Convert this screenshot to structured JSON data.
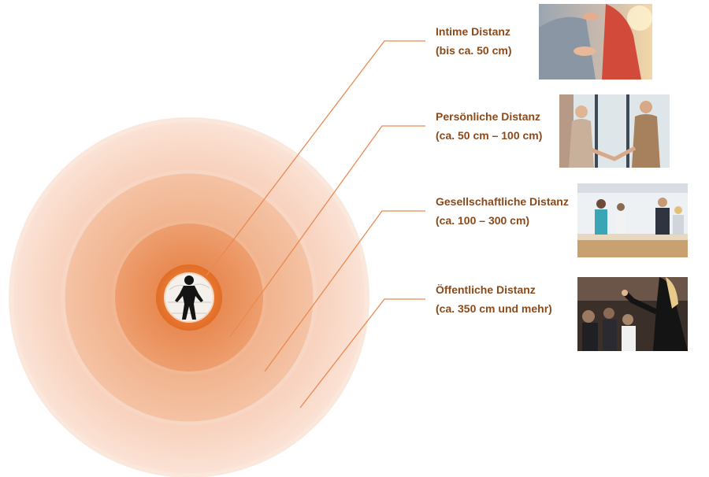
{
  "zones": [
    {
      "title": "Intime Distanz",
      "range": "(bis ca. 50 cm)",
      "photo": "embracing-couple-photo"
    },
    {
      "title": "Persönliche Distanz",
      "range": "(ca. 50 cm – 100 cm)",
      "photo": "handshake-photo"
    },
    {
      "title": "Gesellschaftliche Distanz",
      "range": "(ca. 100 – 300 cm)",
      "photo": "business-meeting-photo"
    },
    {
      "title": "Öffentliche Distanz",
      "range": "(ca. 350 cm und mehr)",
      "photo": "public-speaker-photo"
    }
  ],
  "colors": {
    "label": "#8a4a1c",
    "leader_line": "#e07a3c",
    "ring_outer": "#f9d9c8",
    "ring_middle": "#f0b491",
    "ring_inner": "#e98a52",
    "core": "#e8762f"
  }
}
